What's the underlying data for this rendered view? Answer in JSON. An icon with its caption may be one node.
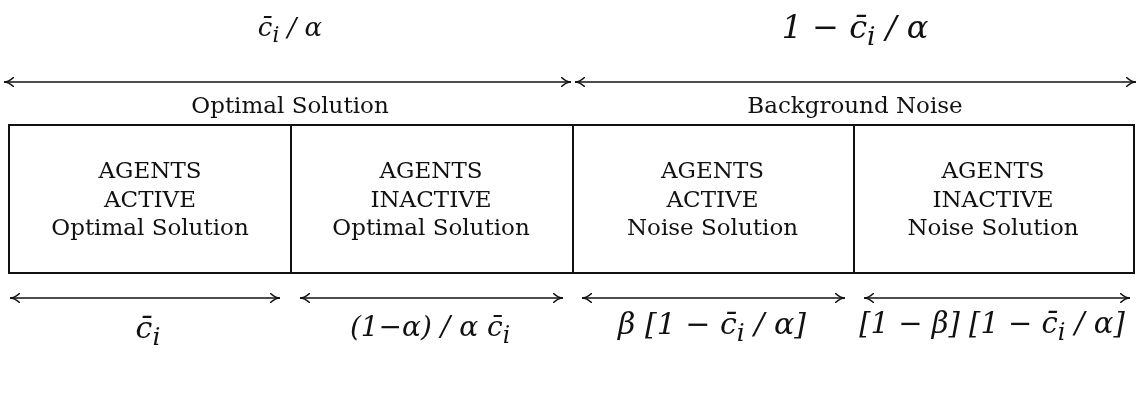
{
  "diagram": {
    "nodes": [
      {
        "text": [
          "AGENTS",
          "ACTIVE",
          "Optimal Solution"
        ]
      },
      {
        "text": [
          "AGENTS",
          "INACTIVE",
          "Optimal Solution"
        ]
      },
      {
        "text": [
          "AGENTS",
          "ACTIVE",
          "Noise Solution"
        ]
      },
      {
        "text": [
          "AGENTS",
          "INACTIVE",
          "Noise Solution"
        ]
      }
    ],
    "edges": [],
    "labels": [
      "c̄$_{i}$ / α",
      "1 − c̄$_{i}$ / α",
      "Optimal Solution",
      "Background Noise",
      "c̄$_{i}$",
      "(1−α) / α c̄$_{i}$",
      "β [1 − c̄$_{i}$ / α]",
      "[1 − β] [1 − c̄$_{i}$ / α]"
    ]
  }
}
